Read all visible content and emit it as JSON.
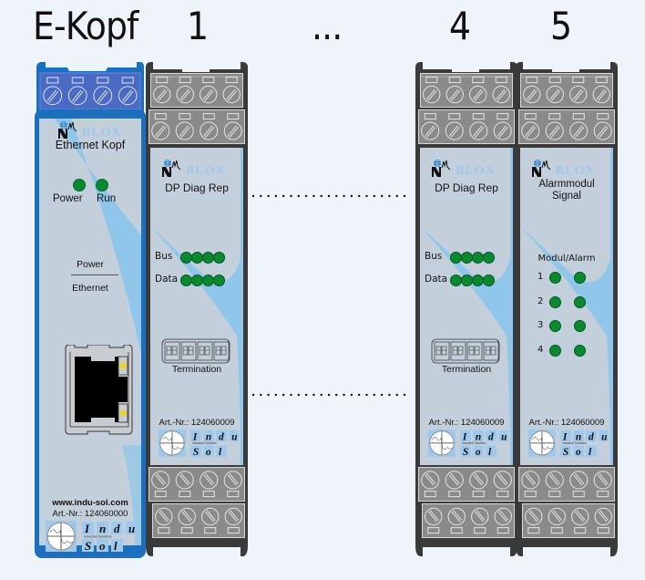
{
  "headers": {
    "ekopf": "E-Kopf",
    "m1": "1",
    "ellipsis": "...",
    "m4": "4",
    "m5": "5"
  },
  "brand": {
    "logo_text": "BLOX",
    "indusol_letters": [
      "I",
      "n",
      "d",
      "u",
      "S",
      "o",
      "l"
    ],
    "indusol_tagline": "Industrial Solutions"
  },
  "ethernet_head": {
    "title": "Ethernet Kopf",
    "leds": [
      {
        "label": "Power",
        "color": "#0a8a2a"
      },
      {
        "label": "Run",
        "color": "#0a8a2a"
      }
    ],
    "power_label": "Power",
    "ethernet_label": "Ethernet",
    "port_led_color": "#f2d21a",
    "website": "www.indu-sol.com",
    "art_nr": "Art.-Nr.: 124060000",
    "body_color": "#1b6fbd"
  },
  "dp_diag_modules": [
    {
      "id": "1",
      "title": "DP Diag Rep",
      "rows": [
        {
          "label": "Bus",
          "leds": 4
        },
        {
          "label": "Data",
          "leds": 4
        }
      ],
      "termination_label": "Termination",
      "art_nr": "Art.-Nr.: 124060009"
    },
    {
      "id": "4",
      "title": "DP Diag Rep",
      "rows": [
        {
          "label": "Bus",
          "leds": 4
        },
        {
          "label": "Data",
          "leds": 4
        }
      ],
      "termination_label": "Termination",
      "art_nr": "Art.-Nr.: 124060009"
    }
  ],
  "alarm_module": {
    "id": "5",
    "title_line1": "Alarmmodul",
    "title_line2": "Signal",
    "header": "Modul/Alarm",
    "rows": [
      "1",
      "2",
      "3",
      "4"
    ],
    "art_nr": "Art.-Nr.: 124060009"
  },
  "colors": {
    "led_green": "#0a8a2a",
    "panel": "#c3d0db",
    "housing_dark": "#3a3a3a",
    "terminal_gray": "#8a8a8a",
    "accent_blue": "#1b6fbd",
    "swoosh": "#8fc6ea"
  }
}
